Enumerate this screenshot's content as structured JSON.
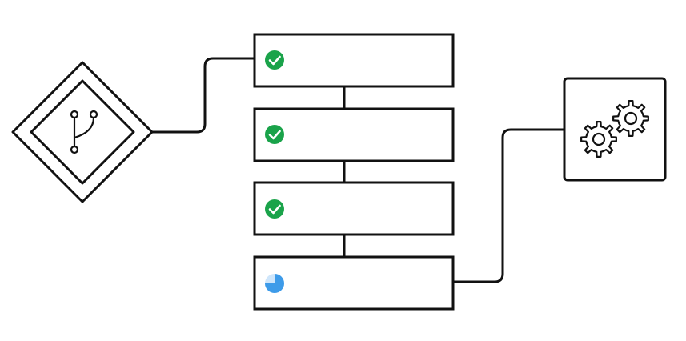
{
  "diagram": {
    "source_node": {
      "icon": "git-branch-icon"
    },
    "steps": [
      {
        "status": "complete",
        "icon": "check-circle-icon"
      },
      {
        "status": "complete",
        "icon": "check-circle-icon"
      },
      {
        "status": "complete",
        "icon": "check-circle-icon"
      },
      {
        "status": "in-progress",
        "icon": "progress-pie-icon",
        "progress": 0.75
      }
    ],
    "target_node": {
      "icon": "gears-icon"
    }
  },
  "colors": {
    "stroke": "#111111",
    "success": "#1aa34a",
    "progress_fill": "#3d9be9",
    "progress_track": "#cfe6fb"
  }
}
